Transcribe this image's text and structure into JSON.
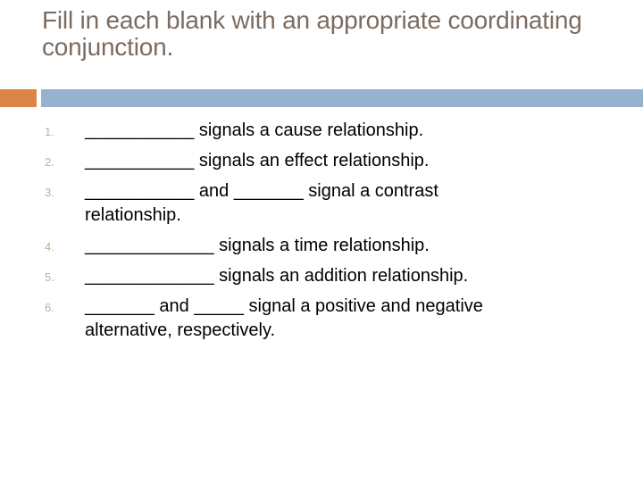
{
  "slide": {
    "title": "Fill in each blank with an appropriate coordinating conjunction.",
    "colors": {
      "background": "#ffffff",
      "accent_orange": "#dd8546",
      "accent_blue": "#95b2ce",
      "title_text": "#7b6c62",
      "number_text": "#c2ae94",
      "body_text": "#000000"
    },
    "list": {
      "items": [
        {
          "number": "1.",
          "lines": [
            "___________ signals a cause relationship."
          ]
        },
        {
          "number": "2.",
          "lines": [
            "___________ signals an effect relationship."
          ]
        },
        {
          "number": "3.",
          "lines": [
            "___________ and _______ signal a contrast",
            "relationship."
          ]
        },
        {
          "number": "4.",
          "lines": [
            "_____________ signals a time relationship."
          ]
        },
        {
          "number": "5.",
          "lines": [
            "_____________ signals an addition relationship."
          ]
        },
        {
          "number": "6.",
          "lines": [
            "_______ and _____ signal a positive and negative",
            "alternative, respectively."
          ]
        }
      ]
    }
  }
}
